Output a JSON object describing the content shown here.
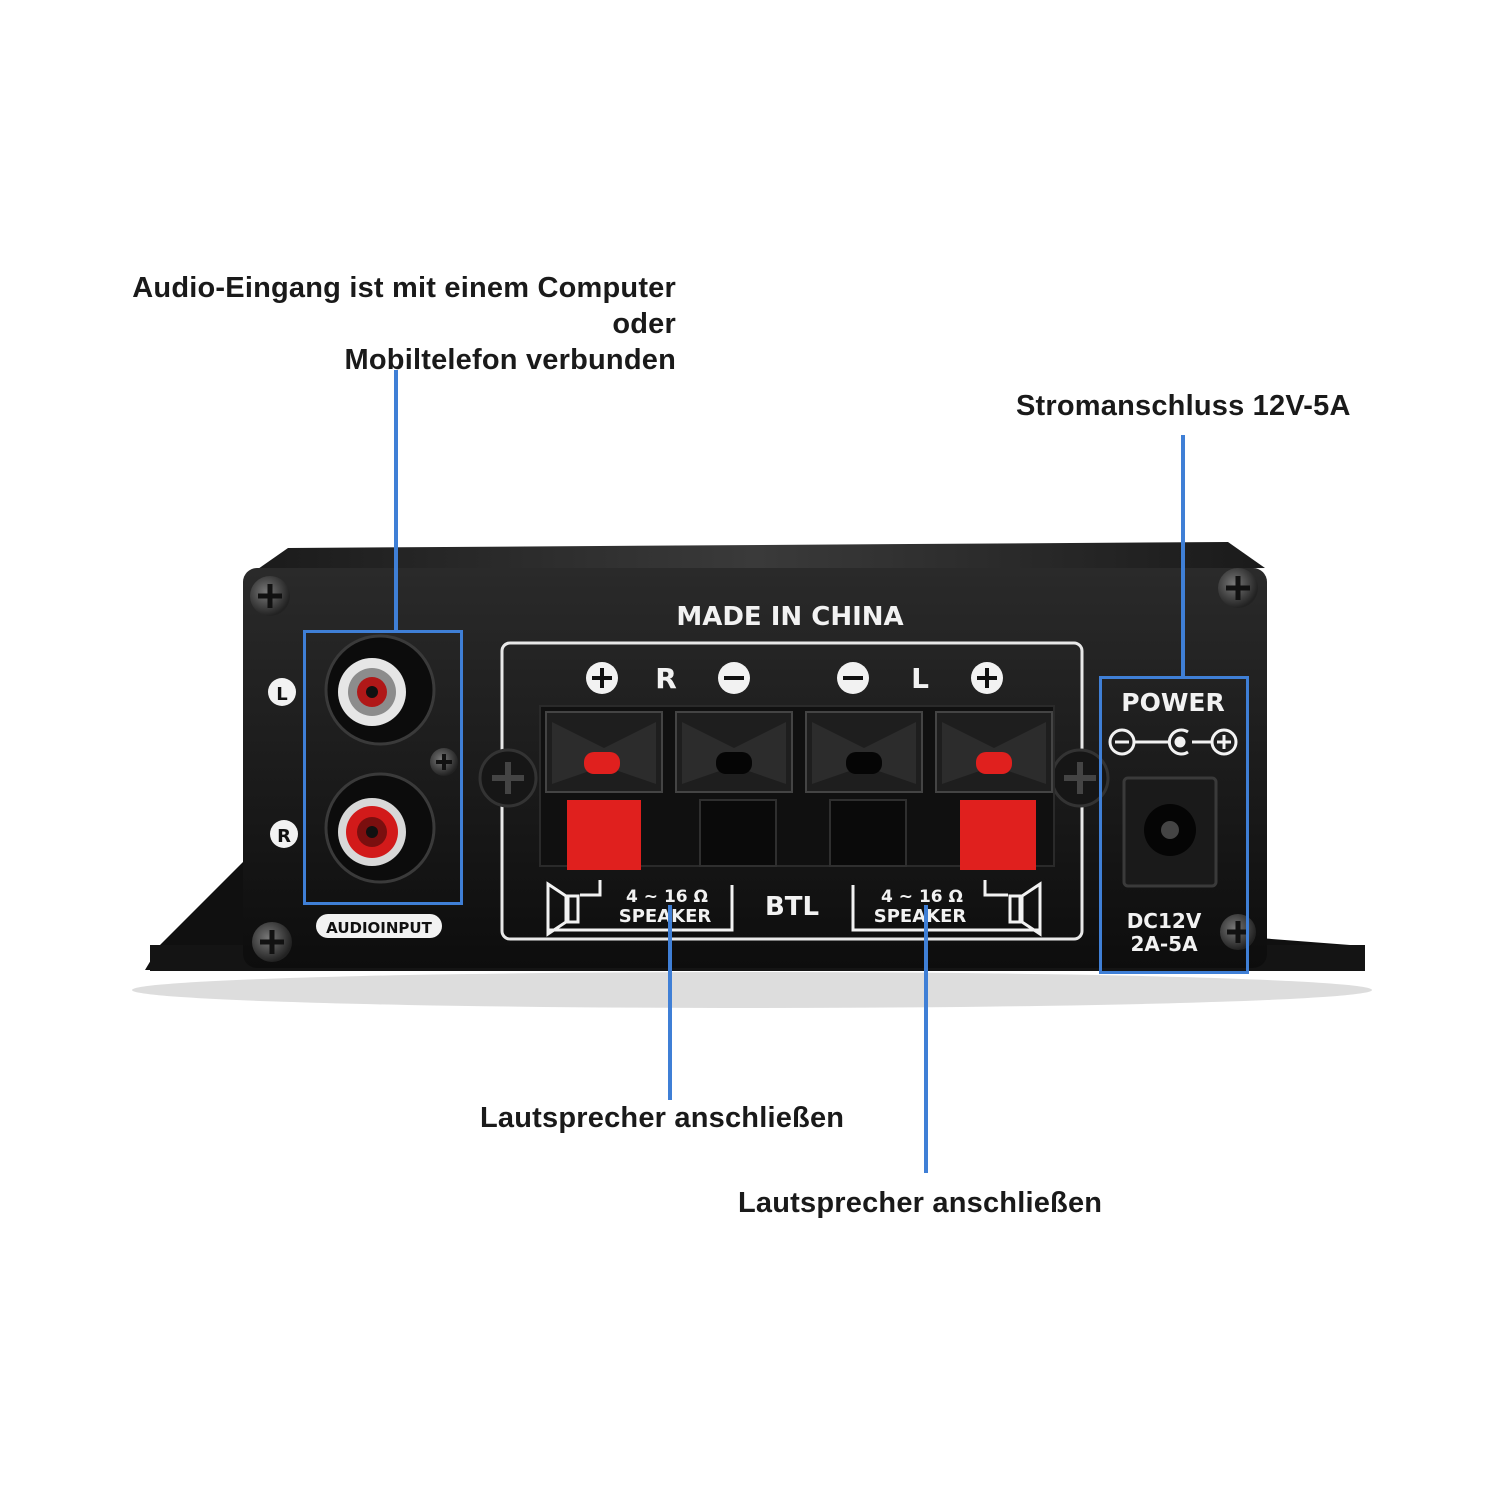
{
  "callouts": {
    "audio_input_line1": "Audio-Eingang ist mit einem Computer oder",
    "audio_input_line2": "Mobiltelefon verbunden",
    "power": "Stromanschluss 12V-5A",
    "speaker_r": "Lautsprecher anschließen",
    "speaker_l": "Lautsprecher anschließen"
  },
  "panel": {
    "made_in": "MADE IN CHINA",
    "channel_r": "R",
    "channel_l": "L",
    "btl": "BTL",
    "impedance_r": "4 ~ 16 Ω",
    "speaker_r": "SPEAKER",
    "impedance_l": "4 ~ 16 Ω",
    "speaker_l": "SPEAKER",
    "power_label": "POWER",
    "dc_voltage": "DC12V",
    "dc_current": "2A-5A",
    "jack_l": "L",
    "jack_r": "R",
    "audio_input": "AUDIOINPUT"
  },
  "colors": {
    "annotation_blue": "#3f7fd6",
    "housing": "#161616",
    "terminal_red": "#e0201e"
  }
}
